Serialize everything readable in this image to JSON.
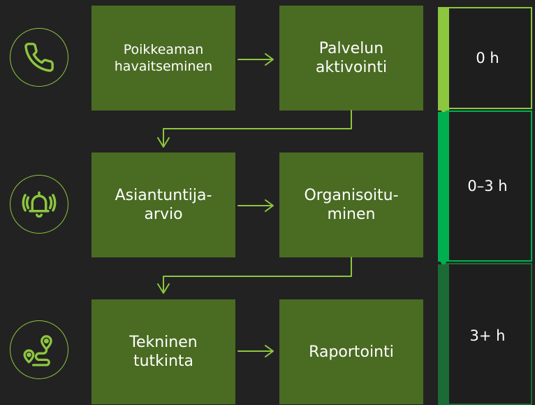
{
  "rows": [
    {
      "icon": "phone-icon",
      "step_left": "Poikkeaman\nhavaitseminen",
      "step_right": "Palvelun\naktivointi"
    },
    {
      "icon": "alarm-bell-icon",
      "step_left": "Asiantuntija-\narvio",
      "step_right": "Organisoitu-\nminen"
    },
    {
      "icon": "route-icon",
      "step_left": "Tekninen\ntutkinta",
      "step_right": "Raportointi"
    }
  ],
  "timeline": [
    {
      "label": "0 h",
      "color": "#8dc63f"
    },
    {
      "label": "0–3 h",
      "color": "#00b050"
    },
    {
      "label": "3+ h",
      "color": "#1a6b35"
    }
  ],
  "colors": {
    "background": "#222222",
    "box": "#4a6b22",
    "accent": "#8dc63f"
  }
}
